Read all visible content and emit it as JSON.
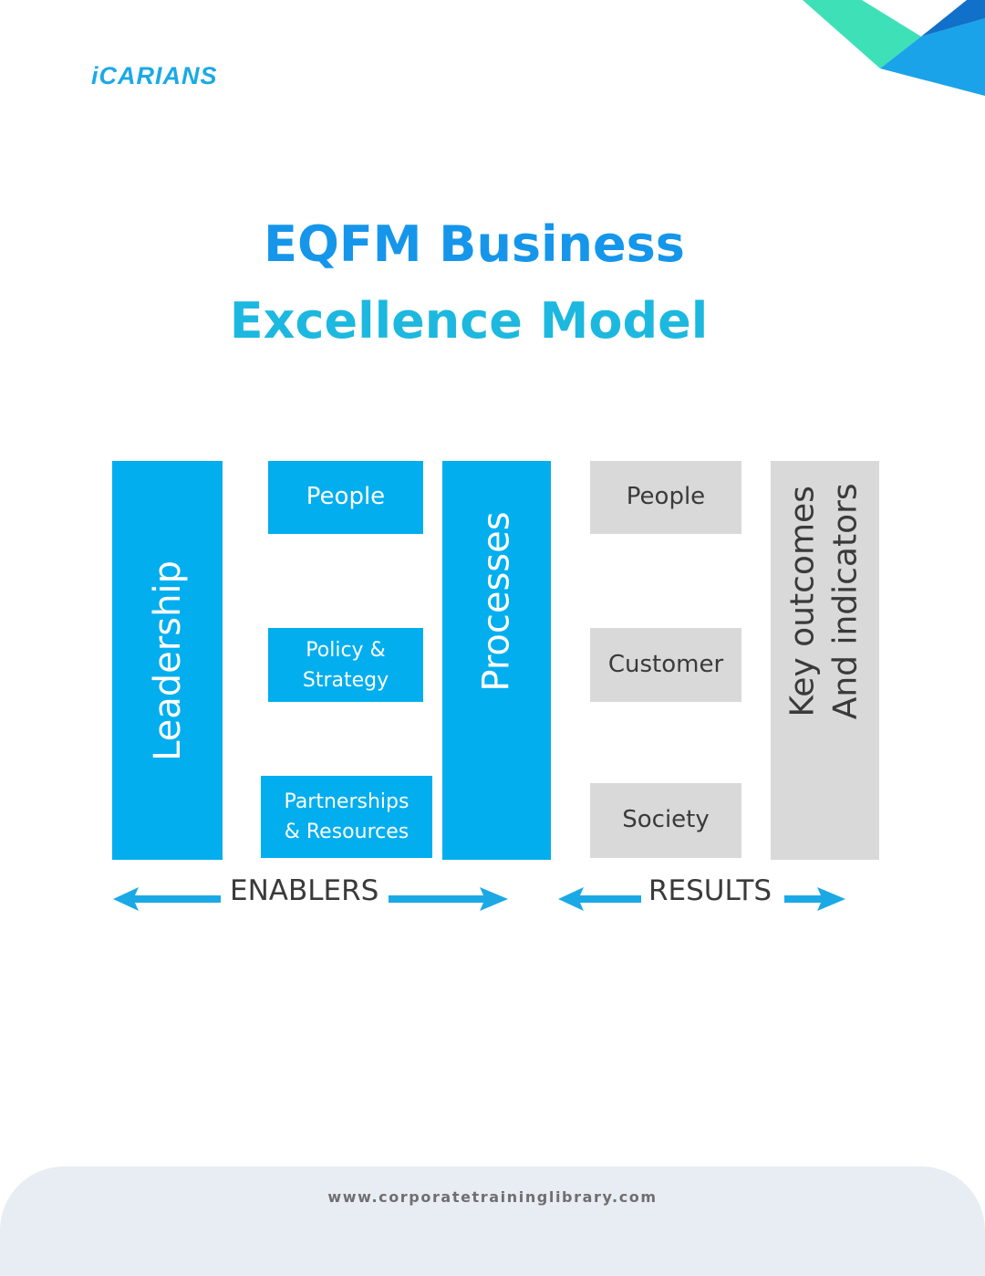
{
  "brand": {
    "logo_text": "iCARIANS"
  },
  "title": {
    "line1": "EQFM Business",
    "line2": "Excellence Model"
  },
  "enablers": {
    "leadership": "Leadership",
    "people": "People",
    "policy_strategy_1": "Policy &",
    "policy_strategy_2": "Strategy",
    "partnerships_1": "Partnerships",
    "partnerships_2": "& Resources",
    "processes": "Processes",
    "label": "ENABLERS"
  },
  "results": {
    "people": "People",
    "customer": "Customer",
    "society": "Society",
    "key_outcomes_1": "Key outcomes",
    "key_outcomes_2": "And indicators",
    "label": "RESULTS"
  },
  "footer": {
    "url": "www.corporatetraininglibrary.com"
  },
  "colors": {
    "enabler_blue": "#03aeef",
    "result_grey": "#d9d9d9",
    "title_blue": "#1596ea",
    "title_cyan": "#1cb8df",
    "arrow_blue": "#1ba9e6"
  }
}
